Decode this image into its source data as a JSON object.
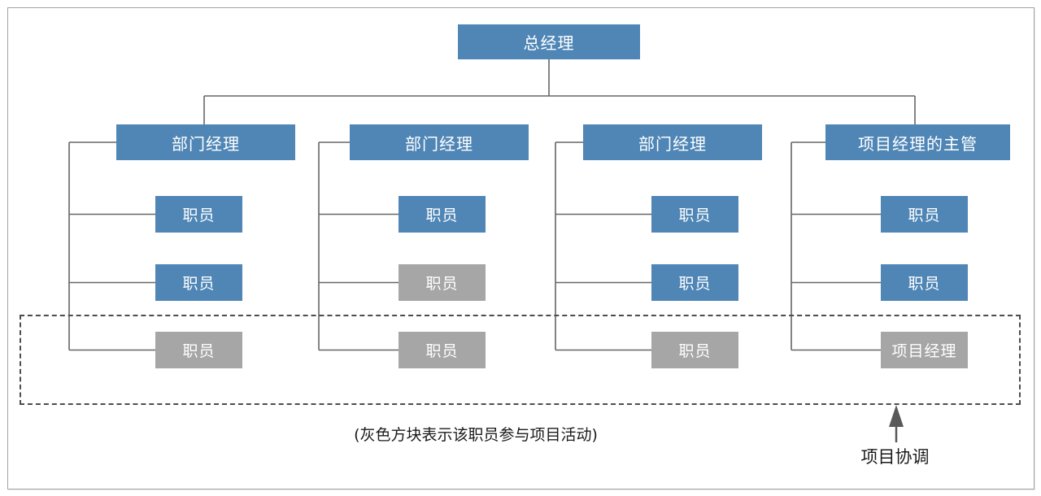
{
  "palette": {
    "box_blue": "#4f86b6",
    "box_gray": "#a6a6a6",
    "box_text": "#ffffff",
    "line": "#666666",
    "dashed": "#4d4d4d",
    "text": "#1a1a1a",
    "border": "#a3a3a3"
  },
  "root": {
    "label": "总经理"
  },
  "columns": [
    {
      "manager": "部门经理",
      "staff": [
        {
          "label": "职员",
          "gray": false
        },
        {
          "label": "职员",
          "gray": false
        },
        {
          "label": "职员",
          "gray": true
        }
      ]
    },
    {
      "manager": "部门经理",
      "staff": [
        {
          "label": "职员",
          "gray": false
        },
        {
          "label": "职员",
          "gray": true
        },
        {
          "label": "职员",
          "gray": true
        }
      ]
    },
    {
      "manager": "部门经理",
      "staff": [
        {
          "label": "职员",
          "gray": false
        },
        {
          "label": "职员",
          "gray": false
        },
        {
          "label": "职员",
          "gray": true
        }
      ]
    },
    {
      "manager": "项目经理的主管",
      "staff": [
        {
          "label": "职员",
          "gray": false
        },
        {
          "label": "职员",
          "gray": false
        },
        {
          "label": "项目经理",
          "gray": true
        }
      ]
    }
  ],
  "caption": "(灰色方块表示该职员参与项目活动)",
  "arrow_label": "项目协调"
}
